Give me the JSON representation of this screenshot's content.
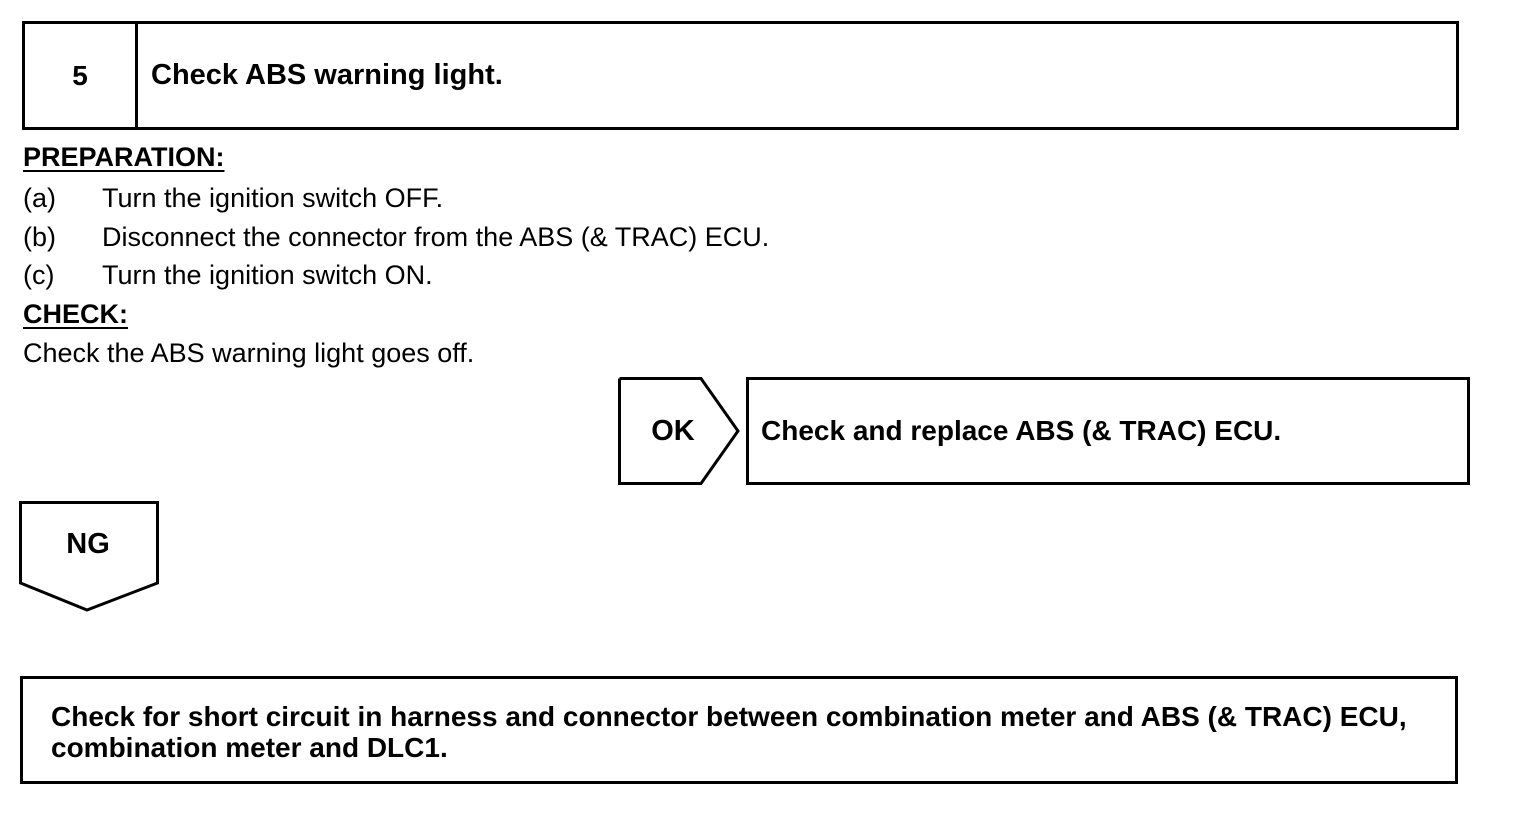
{
  "step": {
    "number": "5",
    "title": "Check ABS warning light."
  },
  "preparation": {
    "heading": "PREPARATION:",
    "items": [
      {
        "letter": "(a)",
        "text": "Turn the ignition switch OFF."
      },
      {
        "letter": "(b)",
        "text": "Disconnect the connector from the ABS (& TRAC) ECU."
      },
      {
        "letter": "(c)",
        "text": "Turn the ignition switch ON."
      }
    ]
  },
  "check": {
    "heading": "CHECK:",
    "text": "Check the ABS warning light goes off."
  },
  "ok_branch": {
    "label": "OK",
    "action": "Check and replace ABS (& TRAC) ECU."
  },
  "ng_branch": {
    "label": "NG"
  },
  "next_step": {
    "text": "Check for short circuit in harness and connector between combination meter and ABS (& TRAC) ECU, combination meter and DLC1."
  }
}
